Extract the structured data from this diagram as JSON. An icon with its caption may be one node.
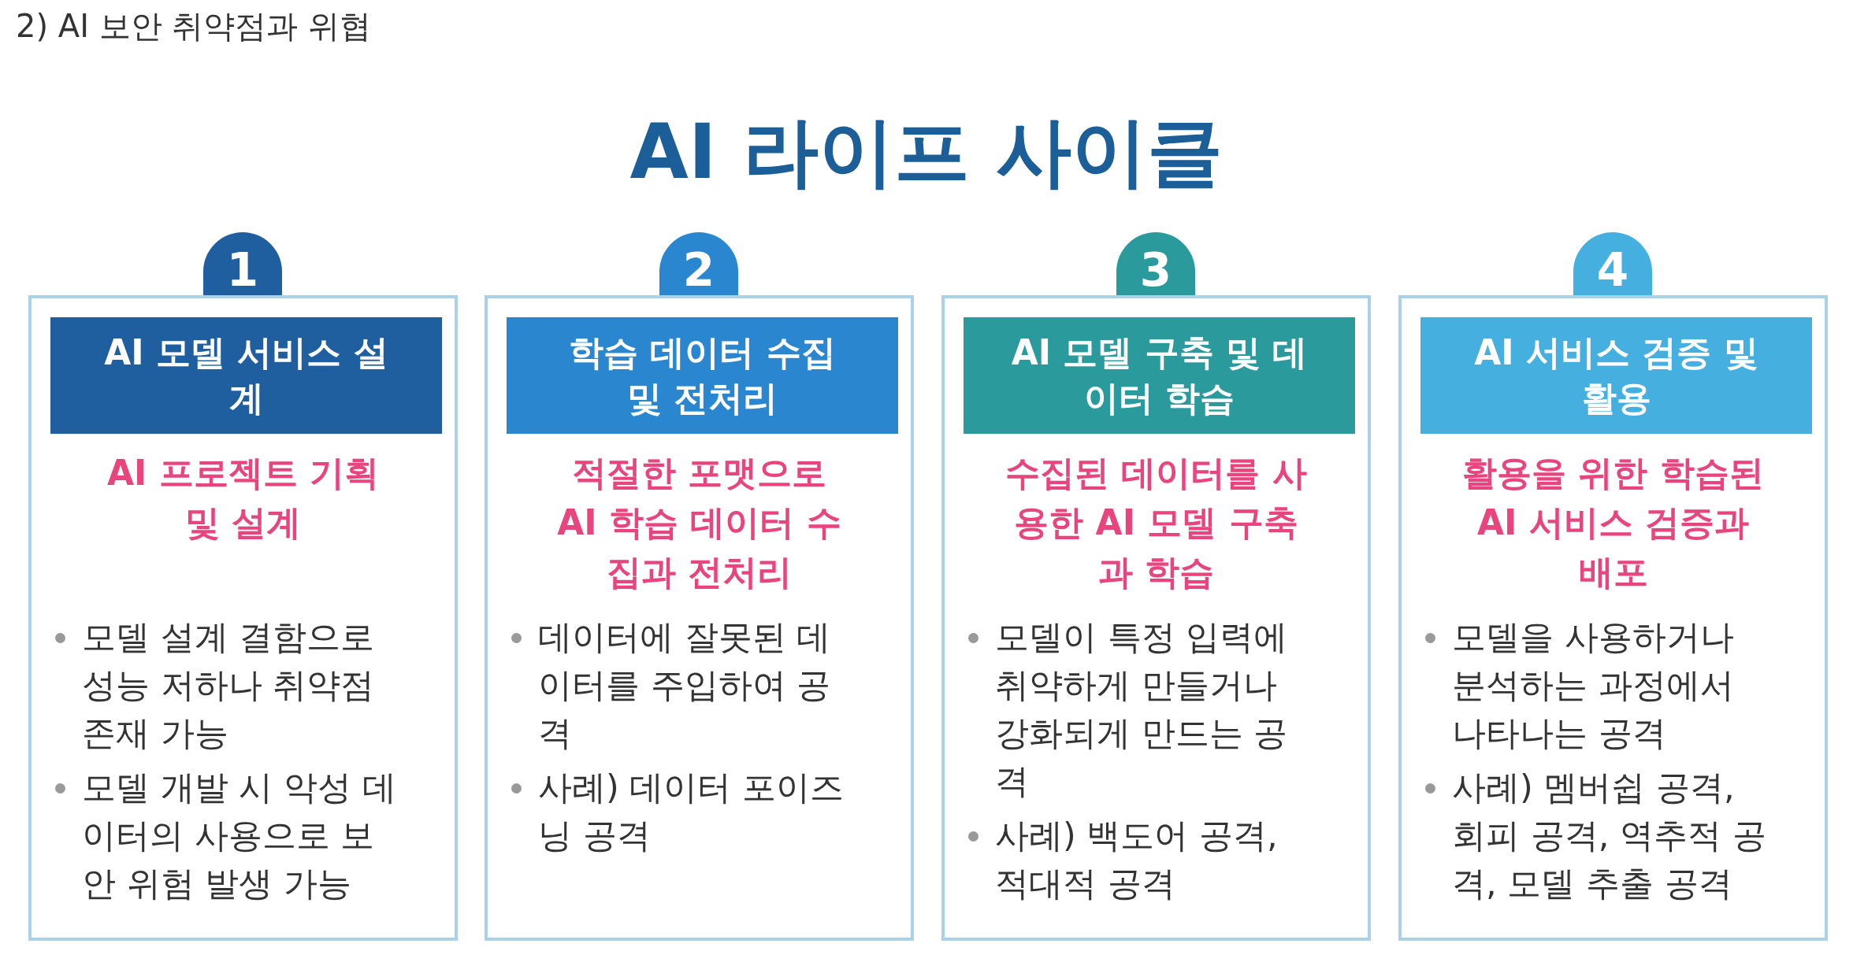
{
  "diagram": {
    "title": "AI 라이프 사이클",
    "nodes": [
      {
        "text": [
          "1"
        ]
      },
      {
        "text": [
          "AI 프로젝트 기획 및 설계",
          "모델 설계 결함으로 성능 저하나 취약점 존재 가능",
          "모델 개발 시 악성 데이터의 사용으로 보안 위험 발생 가능"
        ]
      },
      {
        "text": [
          "AI 모델 서비스 설계"
        ],
        "in": 1
      },
      {
        "text": [
          "2"
        ]
      },
      {
        "text": [
          "적절한 포맷으로 AI 학습 데이터 수집과 전처리",
          "데이터에 잘못된 데이터를 주입하여 공격",
          "사례) 데이터 포이즈닝 공격"
        ]
      },
      {
        "text": [
          "학습 데이터 수집 및 전처리"
        ],
        "in": 4
      },
      {
        "text": [
          "3"
        ]
      },
      {
        "text": [
          "수집된 데이터를 사용한 AI 모델 구축과 학습",
          "모델이 특정 입력에 취약하게 만들거나 강화되게 만드는 공격",
          "사례) 백도어 공격, 적대적 공격"
        ]
      },
      {
        "text": [
          "AI 모델 구축 및 데이터 학습"
        ],
        "in": 7
      },
      {
        "text": [
          "4"
        ]
      },
      {
        "text": [
          "활용을 위한 학습된 AI 서비스 검증과 배포",
          "모델을 사용하거나 분석하는 과정에서 나타나는 공격",
          "사례) 멤버쉽 공격, 회피 공격, 역추적 공격, 모델 추출 공격"
        ]
      },
      {
        "text": [
          "AI 서비스 검증 및 활용"
        ],
        "in": 10
      }
    ],
    "labels": [
      "2) AI 보안 취약점과 위협"
    ]
  }
}
